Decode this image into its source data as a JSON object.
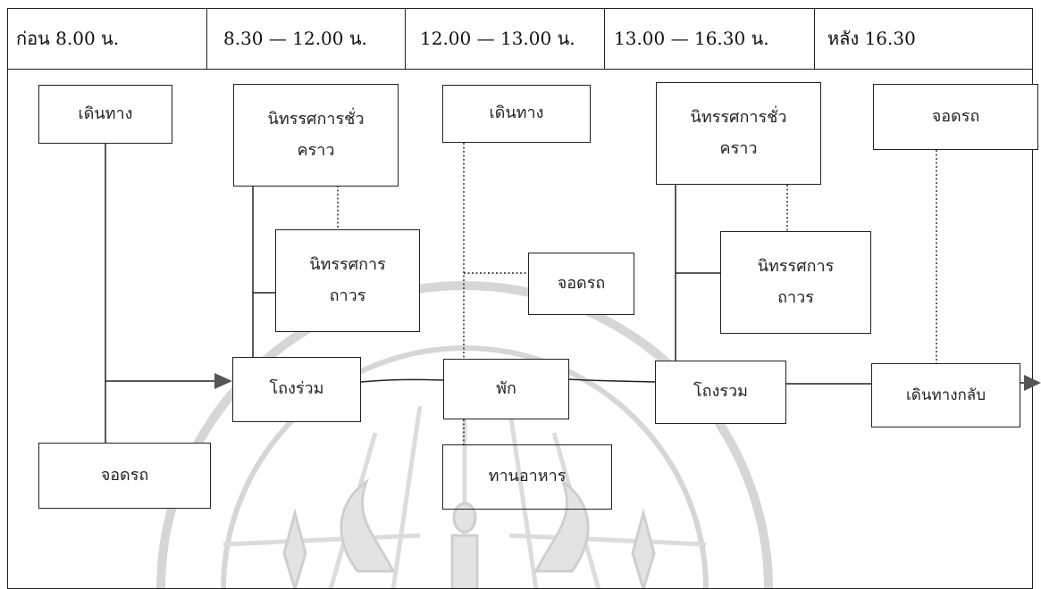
{
  "header": {
    "periods": [
      "ก่อน 8.00 น.",
      "8.30 — 12.00 น.",
      "12.00 — 13.00 น.",
      "13.00 — 16.30 น.",
      "หลัง 16.30"
    ]
  },
  "nodes": {
    "travel_1": "เดินทาง",
    "parking_1": "จอดรถ",
    "temp_exhibit_1_line1": "นิทรรศการชั่ว",
    "temp_exhibit_1_line2": "คราว",
    "perm_exhibit_1_line1": "นิทรรศการ",
    "perm_exhibit_1_line2": "ถาวร",
    "theater_1": "โถงร่วม",
    "travel_2": "เดินทาง",
    "parking_2": "จอดรถ",
    "rest": "พัก",
    "eat": "ทานอาหาร",
    "temp_exhibit_2_line1": "นิทรรศการชั่ว",
    "temp_exhibit_2_line2": "คราว",
    "perm_exhibit_2_line1": "นิทรรศการ",
    "perm_exhibit_2_line2": "ถาวร",
    "theater_2": "โถงรวม",
    "parking_3": "จอดรถ",
    "travel_home": "เดินทางกลับ"
  },
  "colors": {
    "line": "#222222",
    "watermark": "#d9d9d9"
  }
}
